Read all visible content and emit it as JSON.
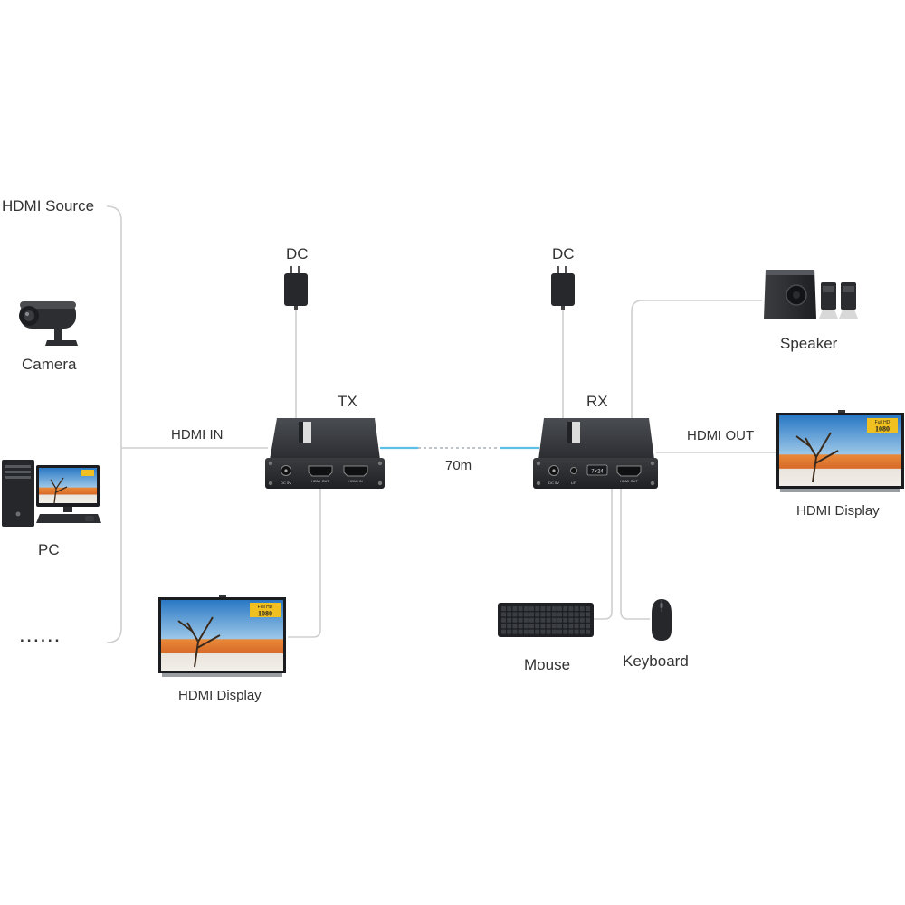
{
  "labels": {
    "hdmi_source": "HDMI Source",
    "camera": "Camera",
    "pc": "PC",
    "more": "......",
    "hdmi_in": "HDMI IN",
    "dc_tx": "DC",
    "tx": "TX",
    "distance": "70m",
    "dc_rx": "DC",
    "rx": "RX",
    "speaker": "Speaker",
    "hdmi_out": "HDMI OUT",
    "hdmi_display_right": "HDMI Display",
    "hdmi_display_left": "HDMI Display",
    "mouse": "Mouse",
    "keyboard": "Keyboard"
  },
  "tx_device": {
    "port_dc": "DC 5V",
    "port_hdmi_out": "HDMI OUT",
    "port_hdmi_in": "HDMI IN"
  },
  "rx_device": {
    "port_dc": "DC 5V",
    "port_ir": "L/R",
    "port_7x24": "7×24",
    "port_hdmi_out": "HDMI OUT"
  },
  "display_badge": {
    "line1": "Full HD",
    "line2": "1080"
  },
  "colors": {
    "link_line": "#5bbfe6",
    "wire": "#cfcfcf",
    "device_body": "#2b2d30",
    "label_text": "#333333"
  }
}
